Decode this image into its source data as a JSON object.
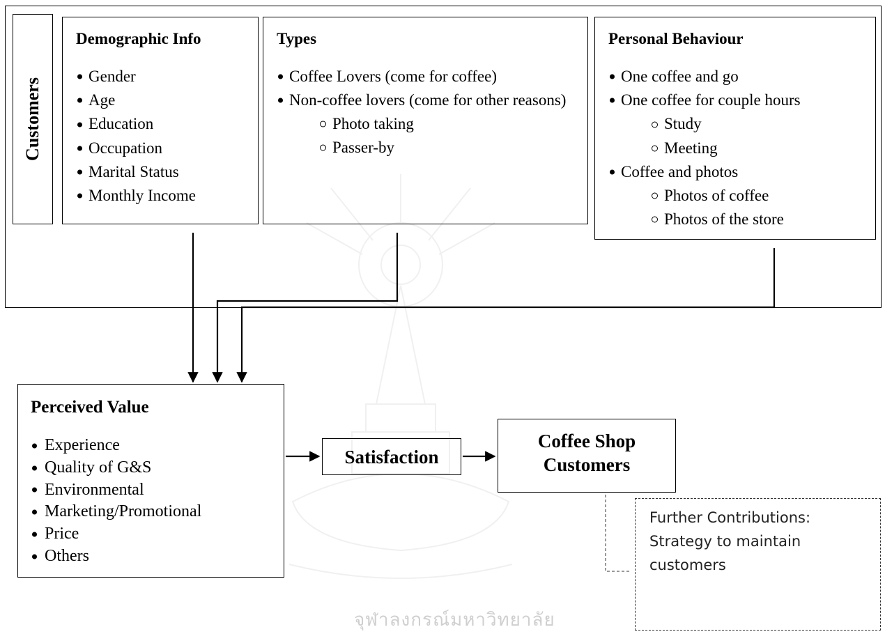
{
  "customers": {
    "label": "Customers"
  },
  "demographic": {
    "title": "Demographic Info",
    "items": [
      "Gender",
      "Age",
      "Education",
      "Occupation",
      "Marital Status",
      "Monthly Income"
    ]
  },
  "types": {
    "title": "Types",
    "item1": "Coffee Lovers (come for coffee)",
    "item2": "Non-coffee lovers (come for other reasons)",
    "item2_subs": [
      "Photo taking",
      "Passer-by"
    ]
  },
  "personal": {
    "title": "Personal Behaviour",
    "item1": "One coffee and go",
    "item2": "One coffee for couple hours",
    "item2_subs": [
      "Study",
      "Meeting"
    ],
    "item3": "Coffee and photos",
    "item3_subs": [
      "Photos of coffee",
      "Photos of the store"
    ]
  },
  "perceived": {
    "title": "Perceived Value",
    "items": [
      "Experience",
      "Quality of G&S",
      "Environmental",
      "Marketing/Promotional",
      "Price",
      "Others"
    ]
  },
  "satisfaction": {
    "label": "Satisfaction"
  },
  "coffee_shop": {
    "line1": "Coffee Shop",
    "line2": "Customers"
  },
  "further": {
    "line1": "Further Contributions:",
    "line2": "Strategy to maintain",
    "line3": "customers"
  },
  "watermark_text": "จุฬาลงกรณ์มหาวิทยาลัย"
}
